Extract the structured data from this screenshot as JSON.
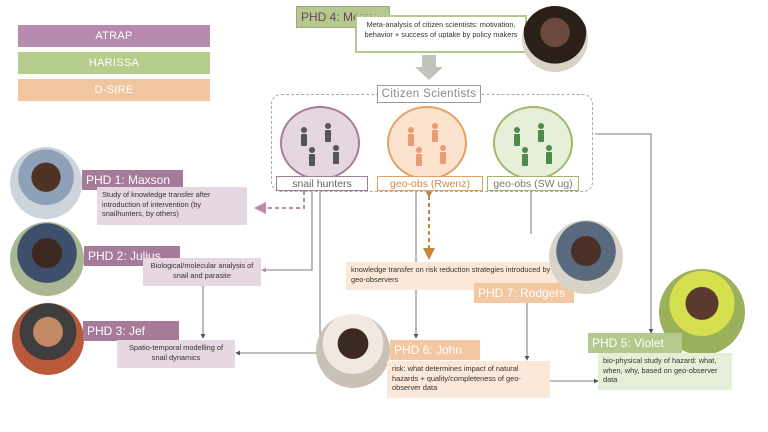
{
  "legend": [
    {
      "label": "ATRAP",
      "color": "#b88aad"
    },
    {
      "label": "HARISSA",
      "color": "#b5cc8c"
    },
    {
      "label": "D-SIRE",
      "color": "#f1c5a0"
    }
  ],
  "colors": {
    "atrap_dark": "#a67b99",
    "atrap_light": "#e6d7e2",
    "harissa_dark": "#b4c98e",
    "harissa_light": "#e5efd6",
    "dsire_dark": "#f2c7a2",
    "dsire_light": "#fbe8d8"
  },
  "citizen_scientists": {
    "title": "Citizen Scientists"
  },
  "clusters": [
    {
      "label": "snail hunters",
      "icon": "people-icon"
    },
    {
      "label": "geo-obs (Rwenz)",
      "icon": "people-icon"
    },
    {
      "label": "geo-obs (SW ug)",
      "icon": "people-icon"
    }
  ],
  "phds": {
    "mercy": {
      "title": "PHD 4: Mercy",
      "desc": "Meta-analysis of citizen scientists: motivation, behavior + success of uptake by policy makers"
    },
    "maxson": {
      "title": "PHD 1: Maxson",
      "desc": "Study of knowledge transfer after introduction of intervention (by snailhunters, by others)"
    },
    "julius": {
      "title": "PHD 2: Julius",
      "desc": "Biological/molecular analysis of snail and parasite"
    },
    "jef": {
      "title": "PHD 3: Jef",
      "desc": "Spatio-temporal modelling of snail dynamics"
    },
    "rodgers": {
      "title": "PHD 7: Rodgers",
      "desc": "knowledge transfer on risk reduction strategies introduced by geo-observers"
    },
    "john": {
      "title": "PHD 6: John",
      "desc": "risk: what determines impact of natural hazards + quality/completeness of geo-observer data"
    },
    "violet": {
      "title": "PHD 5: Violet",
      "desc": "bio-physical study of hazard: what, when, why, based on geo-observer data"
    }
  }
}
